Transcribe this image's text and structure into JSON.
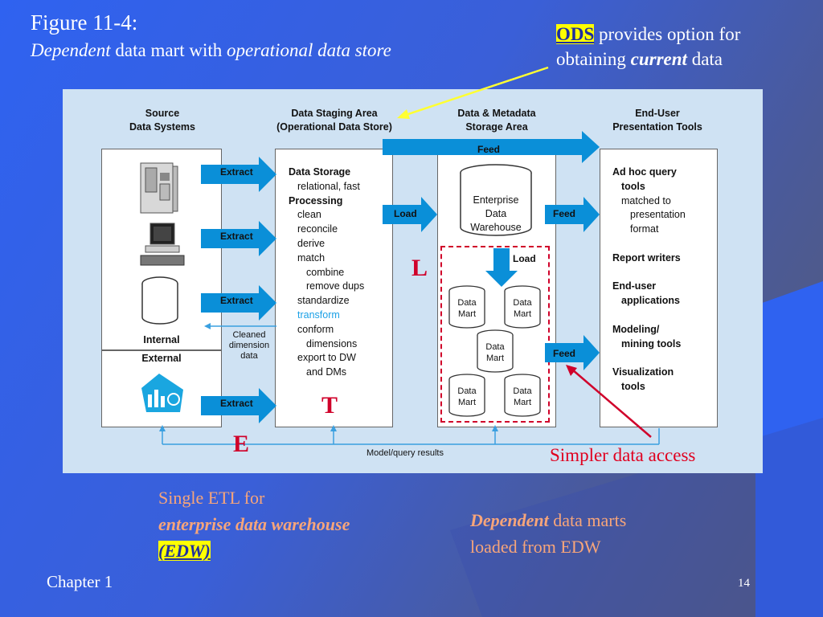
{
  "slide": {
    "title": "Figure 11-4:",
    "subtitle_italic_1": "Dependent",
    "subtitle_normal": " data mart with ",
    "subtitle_italic_2": "operational data store",
    "ods_label": "ODS",
    "ods_text_1": " provides option for",
    "ods_text_2": "obtaining ",
    "ods_current": "current",
    "ods_text_3": " data",
    "etl_line1": "Single ETL for",
    "etl_line2": "enterprise data warehouse",
    "etl_line3": "(EDW)",
    "dep_italic": "Dependent",
    "dep_text_1": " data marts",
    "dep_text_2": "loaded from EDW",
    "simpler": "Simpler data access",
    "footer_left": "Chapter 1",
    "page_number": "14",
    "colors": {
      "accent_blue": "#0a8fd8",
      "letter_red": "#d0002a",
      "highlight_yellow": "#ffff00"
    }
  },
  "diagram": {
    "col_source": [
      "Source",
      "Data Systems"
    ],
    "col_staging": [
      "Data Staging Area",
      "(Operational Data Store)"
    ],
    "col_storage": [
      "Data & Metadata",
      "Storage Area"
    ],
    "col_enduser": [
      "End-User",
      "Presentation Tools"
    ],
    "internal": "Internal",
    "external": "External",
    "extract": "Extract",
    "load": "Load",
    "feed": "Feed",
    "cleaned": [
      "Cleaned",
      "dimension",
      "data"
    ],
    "staging_lines": [
      {
        "text": "Data Storage",
        "bold": true,
        "indent": 0
      },
      {
        "text": "relational, fast",
        "bold": false,
        "indent": 1
      },
      {
        "text": "Processing",
        "bold": true,
        "indent": 0
      },
      {
        "text": "clean",
        "bold": false,
        "indent": 1
      },
      {
        "text": "reconcile",
        "bold": false,
        "indent": 1
      },
      {
        "text": "derive",
        "bold": false,
        "indent": 1
      },
      {
        "text": "match",
        "bold": false,
        "indent": 1
      },
      {
        "text": "combine",
        "bold": false,
        "indent": 2
      },
      {
        "text": "remove dups",
        "bold": false,
        "indent": 2
      },
      {
        "text": "standardize",
        "bold": false,
        "indent": 1
      },
      {
        "text": "transform",
        "bold": false,
        "indent": 1,
        "highlight": true
      },
      {
        "text": "conform",
        "bold": false,
        "indent": 1
      },
      {
        "text": "dimensions",
        "bold": false,
        "indent": 2
      },
      {
        "text": "export to DW",
        "bold": false,
        "indent": 1
      },
      {
        "text": "and DMs",
        "bold": false,
        "indent": 2
      }
    ],
    "edw": [
      "Enterprise",
      "Data",
      "Warehouse"
    ],
    "data_mart": [
      "Data",
      "Mart"
    ],
    "enduser_lines": [
      {
        "text": "Ad hoc query",
        "bold": true,
        "indent": 0
      },
      {
        "text": "tools",
        "bold": true,
        "indent": 1
      },
      {
        "text": "matched to",
        "bold": false,
        "indent": 1
      },
      {
        "text": "presentation",
        "bold": false,
        "indent": 2
      },
      {
        "text": "format",
        "bold": false,
        "indent": 2
      },
      {
        "text": "",
        "bold": false,
        "indent": 0
      },
      {
        "text": "Report writers",
        "bold": true,
        "indent": 0
      },
      {
        "text": "",
        "bold": false,
        "indent": 0
      },
      {
        "text": "End-user",
        "bold": true,
        "indent": 0
      },
      {
        "text": "applications",
        "bold": true,
        "indent": 1
      },
      {
        "text": "",
        "bold": false,
        "indent": 0
      },
      {
        "text": "Modeling/",
        "bold": true,
        "indent": 0
      },
      {
        "text": "mining tools",
        "bold": true,
        "indent": 1
      },
      {
        "text": "",
        "bold": false,
        "indent": 0
      },
      {
        "text": "Visualization",
        "bold": true,
        "indent": 0
      },
      {
        "text": "tools",
        "bold": true,
        "indent": 1
      }
    ],
    "model_query": "Model/query results",
    "letter_e": "E",
    "letter_t": "T",
    "letter_l": "L"
  }
}
